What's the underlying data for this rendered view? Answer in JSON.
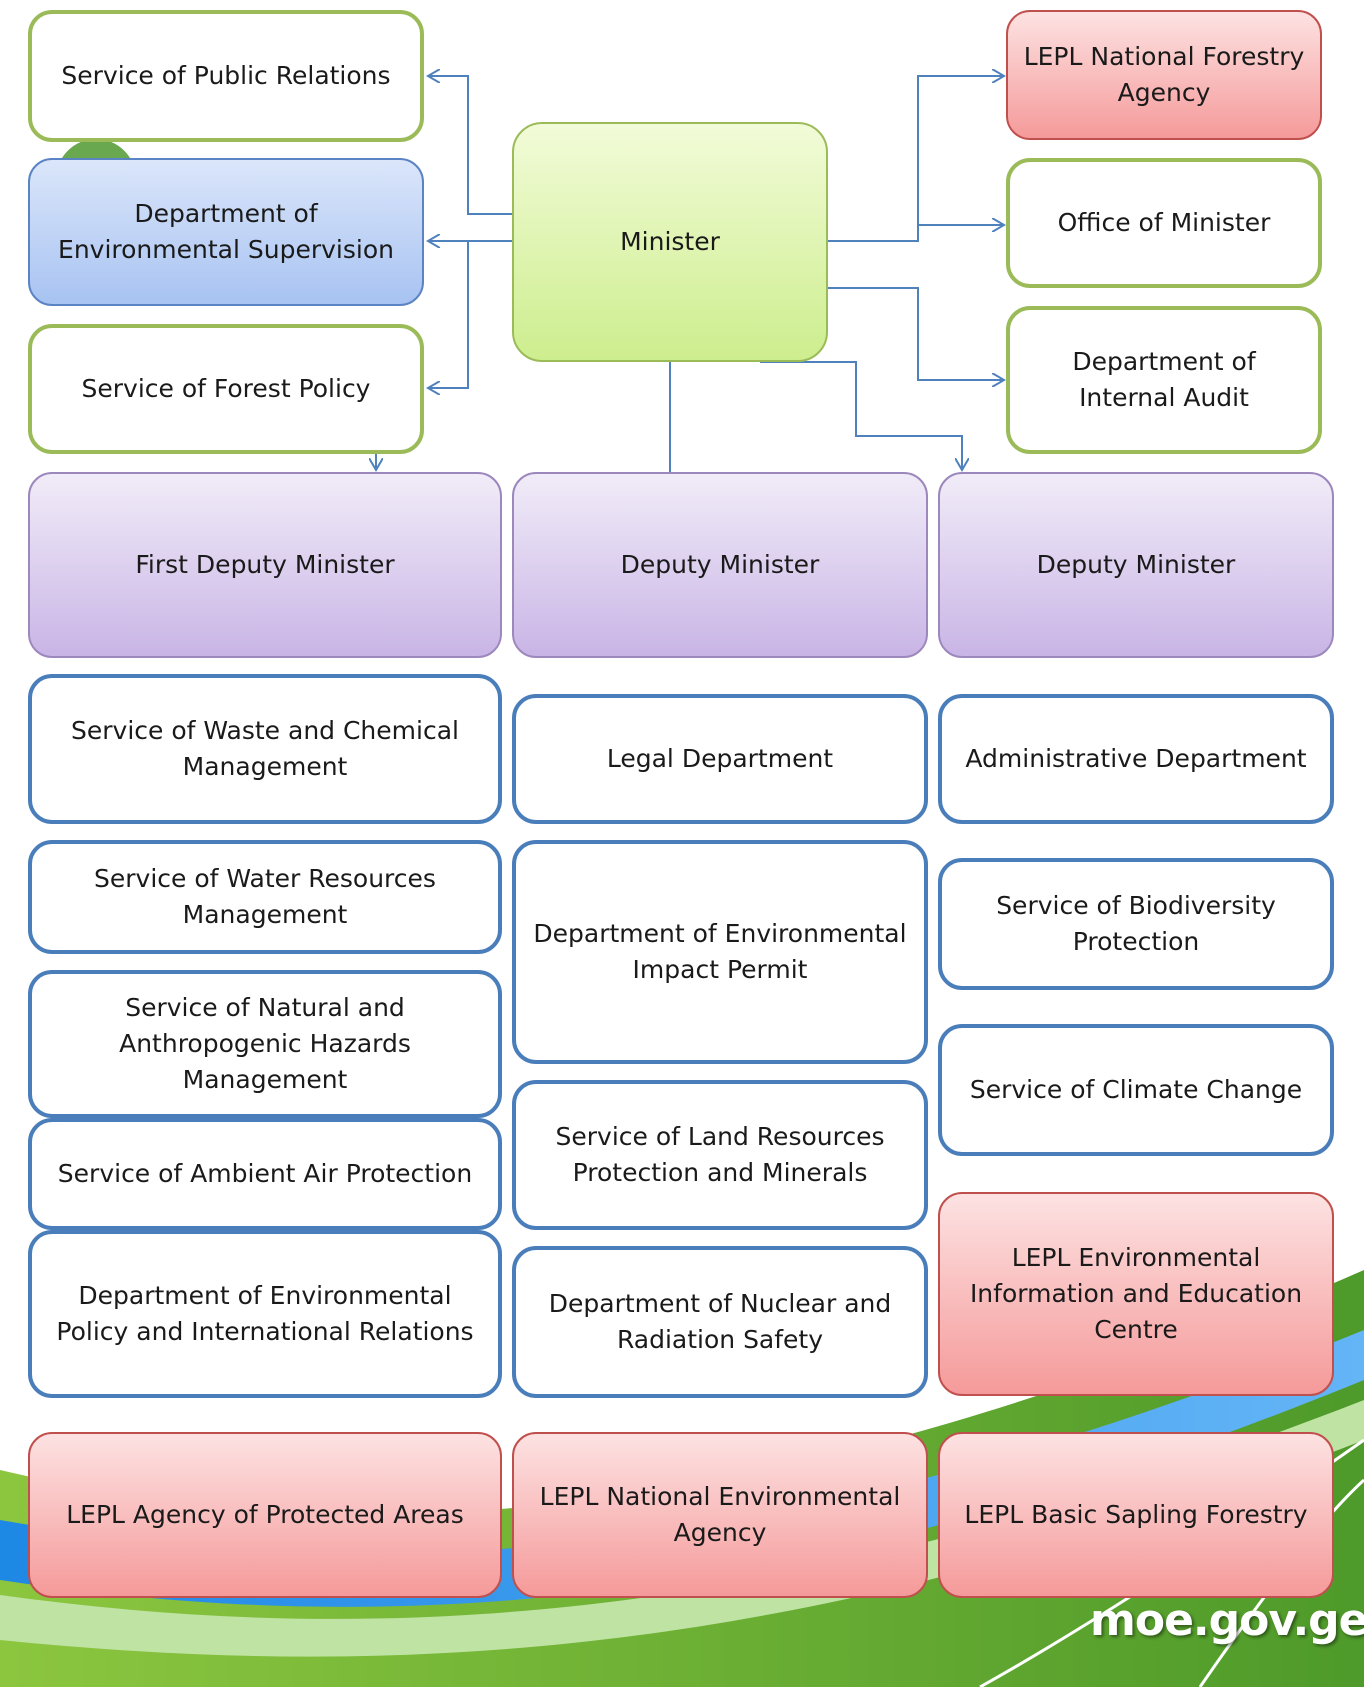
{
  "boxes": {
    "public_relations": "Service of Public Relations",
    "environmental_supervision": "Department of Environmental Supervision",
    "forest_policy": "Service of Forest Policy",
    "minister": "Minister",
    "national_forestry_agency": "LEPL National Forestry Agency",
    "office_of_minister": "Office of Minister",
    "internal_audit": "Department of Internal Audit",
    "first_deputy_minister": "First Deputy Minister",
    "deputy_minister_1": "Deputy Minister",
    "deputy_minister_2": "Deputy Minister",
    "waste_chemical": "Service of Waste and Chemical Management",
    "legal_department": "Legal Department",
    "administrative_department": "Administrative Department",
    "water_resources": "Service of Water Resources Management",
    "environmental_impact_permit": "Department of Environmental Impact Permit",
    "biodiversity_protection": "Service of Biodiversity Protection",
    "hazards_management": "Service of Natural and Anthropogenic Hazards Management",
    "climate_change": "Service of Climate Change",
    "land_resources": "Service of Land Resources Protection and Minerals",
    "ambient_air": "Service of Ambient Air Protection",
    "env_info_education": "LEPL Environmental Information and Education Centre",
    "env_policy_intl": "Department of Environmental Policy and International Relations",
    "nuclear_radiation": "Department of Nuclear and Radiation Safety",
    "protected_areas": "LEPL Agency of Protected Areas",
    "national_env_agency": "LEPL National Environmental Agency",
    "sapling_forestry": "LEPL Basic Sapling Forestry"
  },
  "logo": "moe.gov.ge",
  "colors": {
    "connector": "#4f81bd",
    "green_border": "#9bbb59",
    "blue_border": "#4a7ebb",
    "pink_fill": "#f59a9a",
    "purple_fill": "#c9b5e6",
    "swoosh_green": "#7cb342",
    "swoosh_blue": "#2f8fd8"
  }
}
